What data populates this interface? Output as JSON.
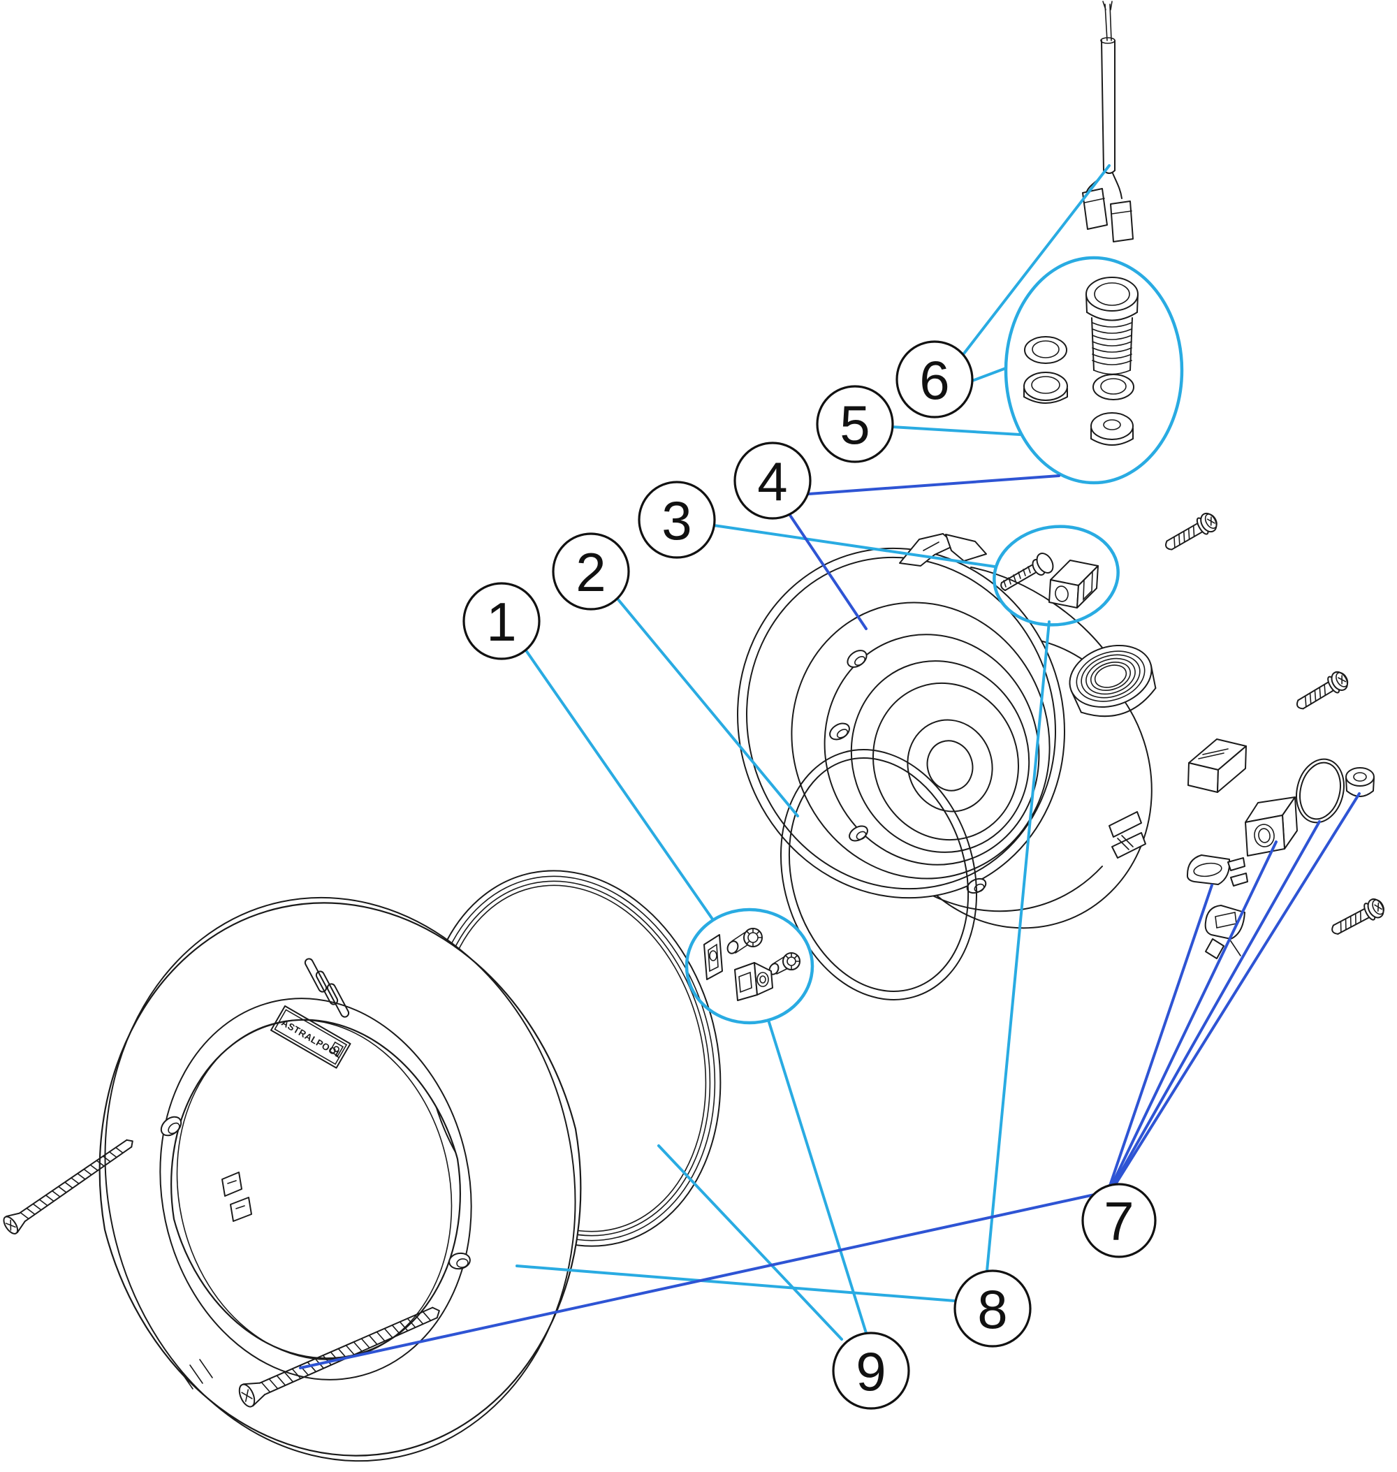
{
  "colors": {
    "leader_cyan": "#29abe2",
    "leader_blue": "#2e54d4",
    "artwork_ink": "#1a1a1a",
    "background": "#ffffff"
  },
  "bezel": {
    "brand_label": "ASTRALPOOL"
  },
  "callouts": [
    {
      "label": "1",
      "leader_color": "#29abe2",
      "points_to": [
        "fixing-hardware-detail-bubble"
      ]
    },
    {
      "label": "2",
      "leader_color": "#29abe2",
      "points_to": [
        "gasket"
      ]
    },
    {
      "label": "3",
      "leader_color": "#29abe2",
      "points_to": [
        "clamp-screw-detail-bubble"
      ]
    },
    {
      "label": "4",
      "leader_color": "#2e54d4",
      "points_to": [
        "gland-detail-bubble",
        "niche-body"
      ]
    },
    {
      "label": "5",
      "leader_color": "#29abe2",
      "points_to": [
        "gland-detail-bubble"
      ]
    },
    {
      "label": "6",
      "leader_color": "#29abe2",
      "points_to": [
        "cable",
        "gland-detail-bubble"
      ]
    },
    {
      "label": "7",
      "leader_color": "#2e54d4",
      "points_to": [
        "clip",
        "block-nut",
        "o-ring",
        "plug-nut",
        "bezel-screw"
      ]
    },
    {
      "label": "8",
      "leader_color": "#29abe2",
      "points_to": [
        "clamp-screw-detail-bubble",
        "bezel-face"
      ]
    },
    {
      "label": "9",
      "leader_color": "#29abe2",
      "points_to": [
        "fixing-hardware-detail-bubble",
        "lens"
      ]
    }
  ]
}
